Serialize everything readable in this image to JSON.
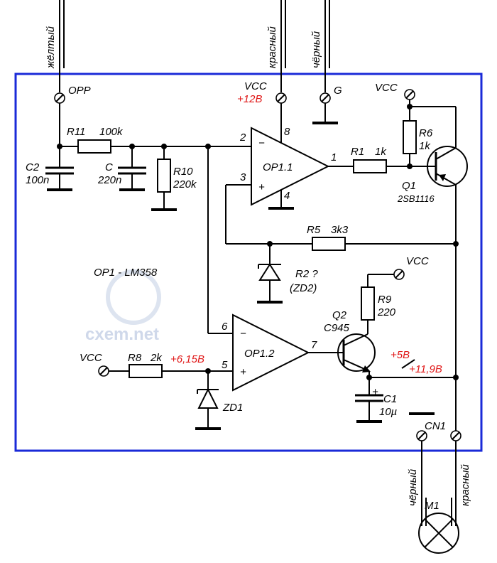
{
  "wires_in": {
    "yellow": "жёлтый",
    "red": "красный",
    "black": "чёрный"
  },
  "connectors": {
    "opp": "OPP",
    "vcc_main": "VCC",
    "vcc_main_v": "+12В",
    "g": "G",
    "vcc_q1": "VCC",
    "vcc_q2": "VCC",
    "vcc_r8": "VCC",
    "cn1": "CN1"
  },
  "components": {
    "r11": "R11",
    "r11_val": "100k",
    "c2": "C2",
    "c2_val": "100n",
    "c": "C",
    "c_val": "220n",
    "r10": "R10",
    "r10_val": "220k",
    "r1": "R1",
    "r1_val": "1k",
    "r6": "R6",
    "r6_val": "1k",
    "q1": "Q1",
    "q1_val": "2SB1116",
    "r5": "R5",
    "r5_val": "3k3",
    "r2": "R2 ?",
    "r2_val": "(ZD2)",
    "r9": "R9",
    "r9_val": "220",
    "q2": "Q2",
    "q2_val": "C945",
    "r8": "R8",
    "r8_val": "2k",
    "zd1": "ZD1",
    "c1": "C1",
    "c1_val": "10µ",
    "m1": "M1",
    "op11": "OP1.1",
    "op12": "OP1.2",
    "op1_note": "OP1 - LM358"
  },
  "pins": {
    "p2": "2",
    "p8": "8",
    "p1": "1",
    "p3": "3",
    "p4": "4",
    "p6": "6",
    "p7": "7",
    "p5": "5",
    "minus1": "−",
    "plus1": "+",
    "minus2": "−",
    "plus2": "+",
    "c1_plus": "+"
  },
  "voltages": {
    "v615": "+6,15В",
    "v5": "+5В",
    "v119": "+11,9В"
  },
  "wires_out": {
    "black": "чёрный",
    "red": "красный"
  },
  "watermark": "cxem.net",
  "colors": {
    "frame": "#1a2ad8",
    "voltage": "#e01818",
    "watermark": "#cfd8ea"
  }
}
